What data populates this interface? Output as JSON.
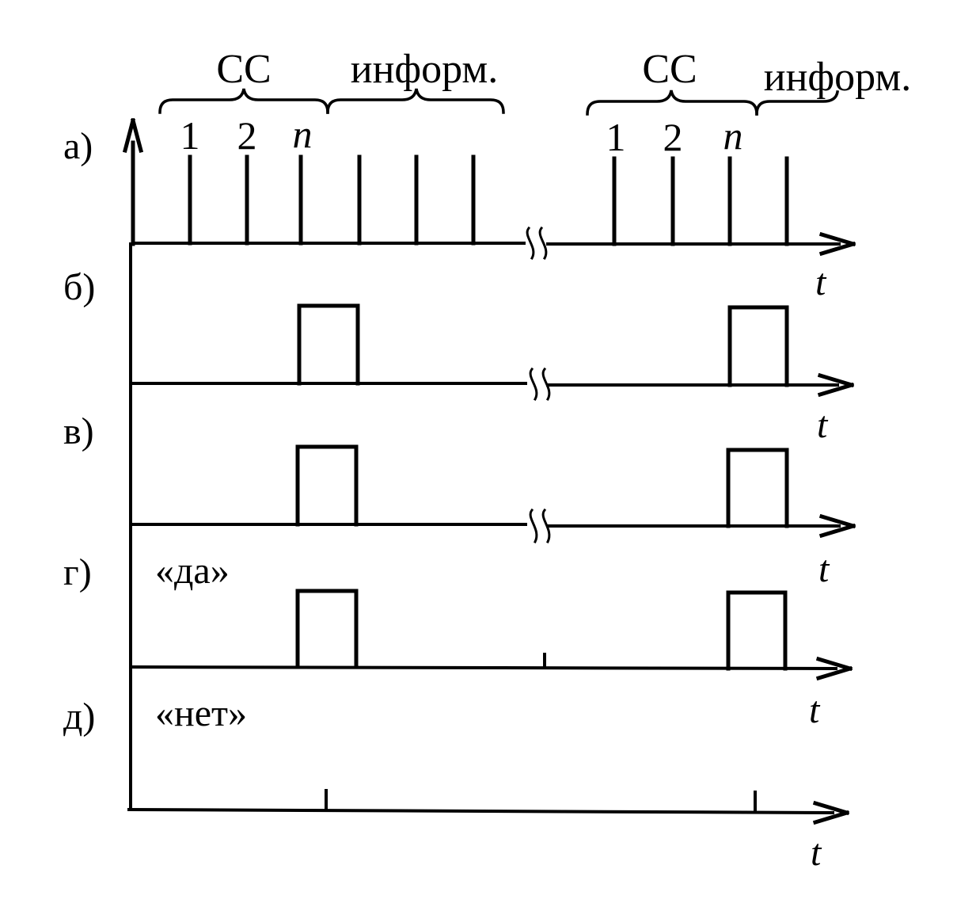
{
  "rows": [
    {
      "label": "а)"
    },
    {
      "label": "б)"
    },
    {
      "label": "в)"
    },
    {
      "label": "г)",
      "note": "«да»"
    },
    {
      "label": "д)",
      "note": "«нет»"
    }
  ],
  "top_labels": {
    "group1": {
      "sync": "СС",
      "info": "информ."
    },
    "group2": {
      "sync": "СС",
      "info": "информ."
    }
  },
  "pulse_indices": {
    "first": "1",
    "second": "2",
    "last": "n"
  },
  "axis_label": "t",
  "colors": {
    "ink": "#000000",
    "background": "#ffffff"
  }
}
